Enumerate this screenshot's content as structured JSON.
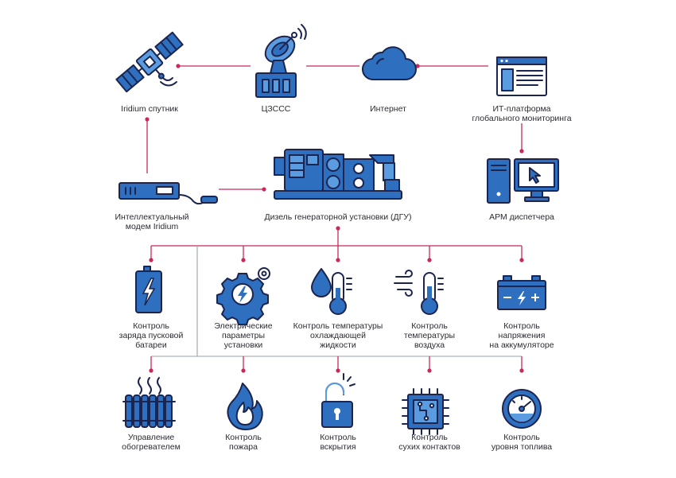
{
  "colors": {
    "primary_blue": "#2f6fbf",
    "light_blue": "#5b9be0",
    "outline": "#1b2550",
    "connector": "#c8285a",
    "divider": "#9aa0aa"
  },
  "top_row": {
    "satellite": "Iridium спутник",
    "station": "ЦЗССС",
    "internet": "Интернет",
    "platform": [
      "ИТ-платформа",
      "глобального мониторинга"
    ]
  },
  "middle_row": {
    "modem": [
      "Интеллектуальный",
      "модем Iridium"
    ],
    "generator": "Дизель генераторной установки (ДГУ)",
    "workstation": "АРМ диспетчера"
  },
  "sensors_row1": [
    {
      "icon": "battery-icon",
      "label": [
        "Контроль",
        "заряда пусковой",
        "батареи"
      ]
    },
    {
      "icon": "gear-bolt-icon",
      "label": [
        "Электрические",
        "параметры",
        "установки"
      ]
    },
    {
      "icon": "drop-thermometer-icon",
      "label": [
        "Контроль температуры",
        "охлаждающей",
        "жидкости"
      ]
    },
    {
      "icon": "wind-thermometer-icon",
      "label": [
        "Контроль",
        "температуры",
        "воздуха"
      ]
    },
    {
      "icon": "car-battery-icon",
      "label": [
        "Контроль",
        "напряжения",
        "на аккумуляторе"
      ]
    }
  ],
  "sensors_row2": [
    {
      "icon": "radiator-icon",
      "label": [
        "Управление",
        "обогревателем"
      ]
    },
    {
      "icon": "fire-icon",
      "label": [
        "Контроль",
        "пожара"
      ]
    },
    {
      "icon": "padlock-icon",
      "label": [
        "Контроль",
        "вскрытия"
      ]
    },
    {
      "icon": "chip-icon",
      "label": [
        "Контроль",
        "сухих контактов"
      ]
    },
    {
      "icon": "fuel-gauge-icon",
      "label": [
        "Контроль",
        "уровня топлива"
      ]
    }
  ]
}
